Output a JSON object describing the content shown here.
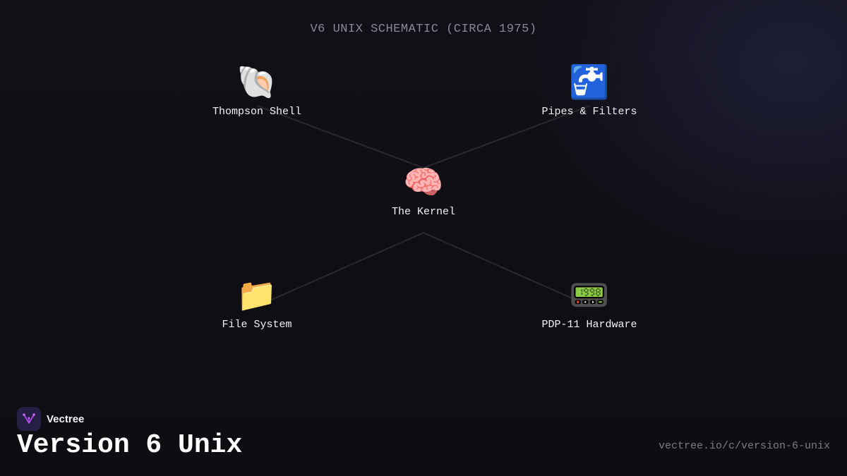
{
  "diagram": {
    "title": "V6 UNIX SCHEMATIC (CIRCA 1975)",
    "nodes": [
      {
        "id": "shell",
        "icon": "🐚",
        "icon_name": "shell-icon",
        "label": "Thompson Shell"
      },
      {
        "id": "pipes",
        "icon": "🚰",
        "icon_name": "faucet-icon",
        "label": "Pipes & Filters"
      },
      {
        "id": "kernel",
        "icon": "🧠",
        "icon_name": "brain-icon",
        "label": "The Kernel"
      },
      {
        "id": "filesystem",
        "icon": "📁",
        "icon_name": "folder-icon",
        "label": "File System"
      },
      {
        "id": "hardware",
        "icon": "📟",
        "icon_name": "pager-icon",
        "label": "PDP-11 Hardware"
      }
    ],
    "edges": [
      {
        "from": "shell",
        "to": "kernel"
      },
      {
        "from": "pipes",
        "to": "kernel"
      },
      {
        "from": "kernel",
        "to": "filesystem"
      },
      {
        "from": "kernel",
        "to": "hardware"
      }
    ],
    "colors": {
      "background": "#0f0e13",
      "edge": "#2a2a2e",
      "label": "#f2f2f4",
      "title": "#8a8a93",
      "logo_bg": "#251f45",
      "logo_mark": "#b04ae0"
    }
  },
  "footer": {
    "brand_name": "Vectree",
    "brand_icon": "vectree-logo-icon",
    "page_title": "Version 6 Unix",
    "url": "vectree.io/c/version-6-unix"
  }
}
